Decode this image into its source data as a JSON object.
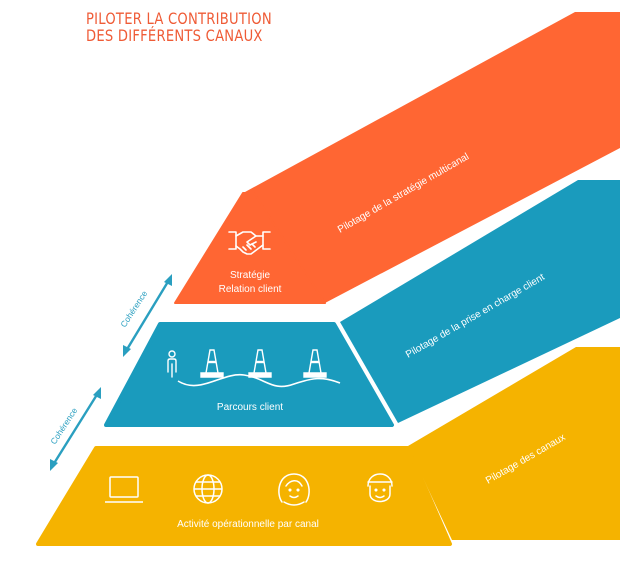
{
  "title": {
    "line1": "PILOTER LA CONTRIBUTION",
    "line2": "DES DIFFÉRENTS CANAUX"
  },
  "colors": {
    "orange": "#ff6633",
    "teal": "#1a9bbd",
    "yellow": "#f5b300",
    "coherence_arrow": "#2a9fc0",
    "title": "#ef5b36",
    "text_light": "#ffffff"
  },
  "pyramid": {
    "top": {
      "label_line1": "Stratégie",
      "label_line2": "Relation client",
      "icon": "handshake-icon"
    },
    "middle": {
      "label": "Parcours client",
      "icons": [
        "person-icon",
        "traffic-cone-icon",
        "traffic-cone-icon",
        "traffic-cone-icon"
      ]
    },
    "bottom": {
      "label": "Activité opérationnelle par canal",
      "icons": [
        "laptop-icon",
        "globe-icon",
        "woman-face-icon",
        "agent-headset-icon"
      ]
    }
  },
  "bands": {
    "top": "Pilotage de la stratégie multicanal",
    "middle": "Pilotage de la prise en charge client",
    "bottom": "Pilotage des canaux"
  },
  "coherence": {
    "upper": "Cohérence",
    "lower": "Cohérence"
  }
}
